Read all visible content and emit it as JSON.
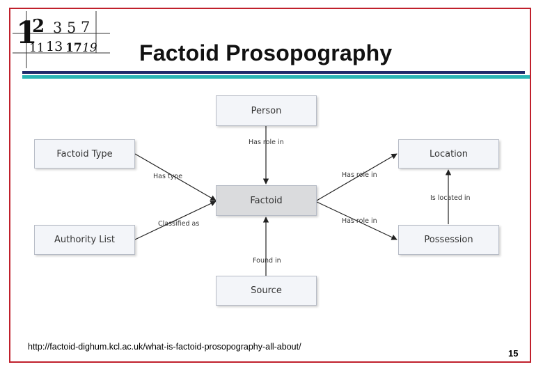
{
  "slide": {
    "title": "Factoid Prosopography",
    "footer_url": "http://factoid-dighum.kcl.ac.uk/what-is-factoid-prosopography-all-about/",
    "page_number": "15",
    "colors": {
      "frame": "#c0202c",
      "rule_dark": "#1f2a6b",
      "rule_light": "#2ab5b5"
    }
  },
  "logo": {
    "top_digits": [
      "1",
      "2",
      "3",
      "5",
      "7"
    ],
    "bottom_digits": [
      "11",
      "13",
      "17",
      "19"
    ]
  },
  "diagram": {
    "nodes": {
      "person": "Person",
      "factoid_type": "Factoid Type",
      "location": "Location",
      "factoid": "Factoid",
      "authority_list": "Authority List",
      "possession": "Possession",
      "source": "Source"
    },
    "edges": {
      "person_factoid": "Has role in",
      "factoid_type_factoid": "Has type",
      "location_factoid": "Has role in",
      "possession_location": "Is located in",
      "authority_factoid": "Classified as",
      "possession_factoid": "Has role in",
      "source_factoid": "Found in"
    }
  }
}
